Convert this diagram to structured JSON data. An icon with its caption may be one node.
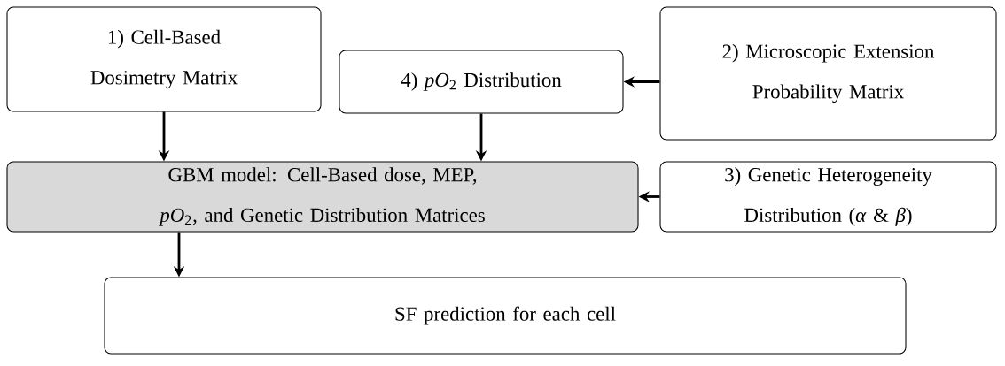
{
  "diagram": {
    "nodes": [
      {
        "text": [
          "1) Cell-Based Dosimetry Matrix"
        ]
      },
      {
        "text": [
          "4) *pO*$_{2}$ Distribution"
        ]
      },
      {
        "text": [
          "2) Microscopic Extension Probability Matrix"
        ]
      },
      {
        "text": [
          "GBM model: Cell-Based dose, MEP, *pO*$_{2}$, and Genetic Distribution Matrices"
        ]
      },
      {
        "text": [
          "3) Genetic Heterogeneity Distribution (*α* & *β*)"
        ]
      },
      {
        "text": [
          "SF prediction for each cell"
        ]
      }
    ],
    "edges": [
      {
        "from": 0,
        "to": 3,
        "arrow": "to"
      },
      {
        "from": 1,
        "to": 3,
        "arrow": "to"
      },
      {
        "from": 2,
        "to": 1,
        "arrow": "to"
      },
      {
        "from": 4,
        "to": 3,
        "arrow": "to"
      },
      {
        "from": 3,
        "to": 5,
        "arrow": "to"
      }
    ]
  }
}
